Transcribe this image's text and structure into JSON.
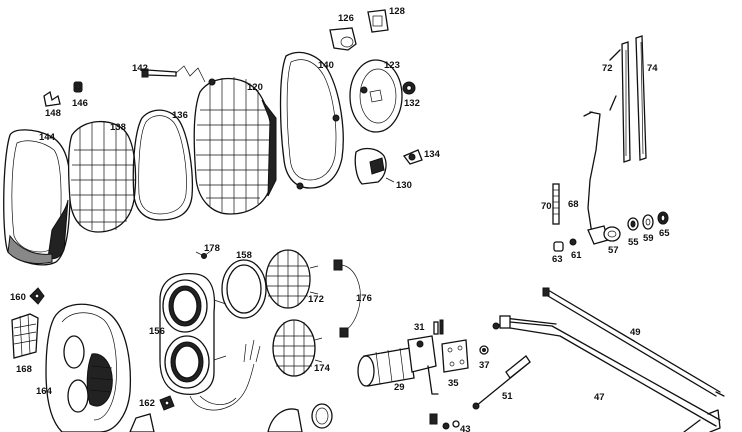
{
  "labels": {
    "l126": "126",
    "l128": "128",
    "l142": "142",
    "l140": "140",
    "l123": "123",
    "l120": "120",
    "l132": "132",
    "l148": "148",
    "l146": "146",
    "l136": "136",
    "l138": "138",
    "l144": "144",
    "l134": "134",
    "l130": "130",
    "l72": "72",
    "l74": "74",
    "l70": "70",
    "l68": "68",
    "l63": "63",
    "l61": "61",
    "l57": "57",
    "l55": "55",
    "l59": "59",
    "l65": "65",
    "l178": "178",
    "l158": "158",
    "l172": "172",
    "l176": "176",
    "l160": "160",
    "l156": "156",
    "l168": "168",
    "l164": "164",
    "l174": "174",
    "l162": "162",
    "l31": "31",
    "l29": "29",
    "l35": "35",
    "l37": "37",
    "l51": "51",
    "l49": "49",
    "l47": "47",
    "l43": "43"
  }
}
